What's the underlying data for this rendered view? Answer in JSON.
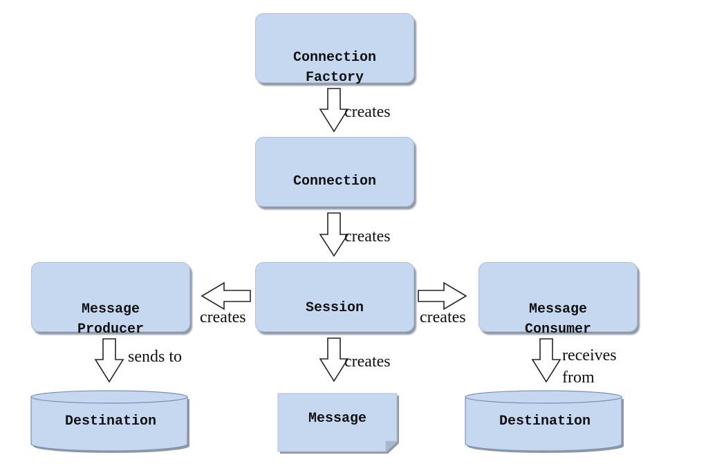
{
  "nodes": {
    "connection_factory": "Connection\nFactory",
    "connection": "Connection",
    "session": "Session",
    "message_producer": "Message\nProducer",
    "message_consumer": "Message\nConsumer",
    "message": "Message",
    "destination_left": "Destination",
    "destination_right": "Destination"
  },
  "edges": {
    "factory_to_connection": "creates",
    "connection_to_session": "creates",
    "session_to_producer": "creates",
    "session_to_consumer": "creates",
    "session_to_message": "creates",
    "producer_to_destination": "sends to",
    "consumer_from_destination_line1": "receives",
    "consumer_from_destination_line2": "from"
  },
  "colors": {
    "box_fill": "#c6d8f0",
    "box_border": "#aebfd9",
    "shadow": "#8f99a6"
  }
}
